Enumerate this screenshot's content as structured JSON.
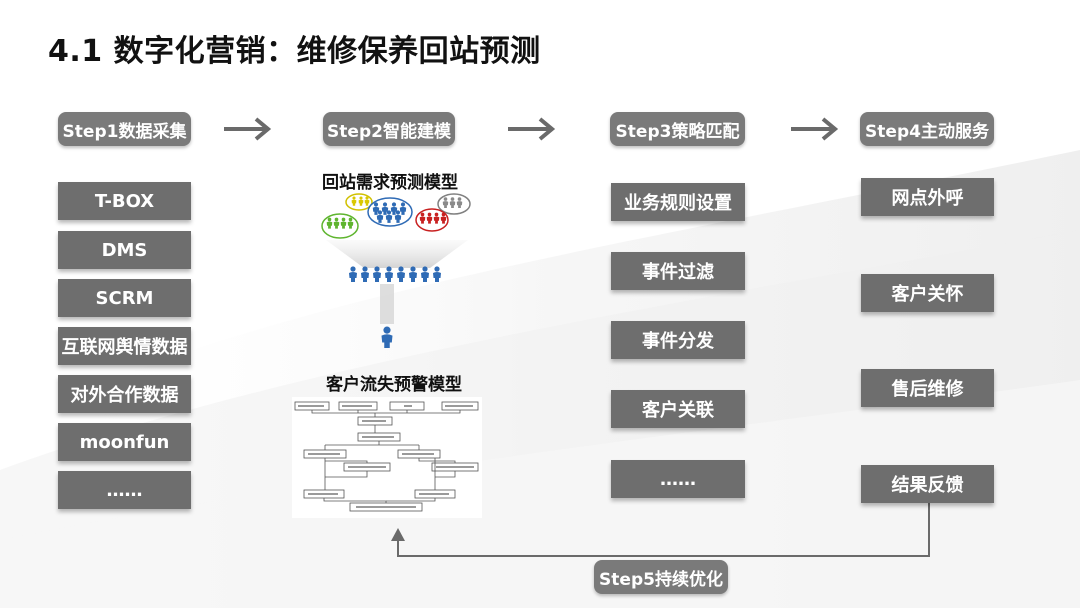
{
  "title": "4.1 数字化营销：维修保养回站预测",
  "steps": {
    "step1": "Step1数据采集",
    "step2": "Step2智能建模",
    "step3": "Step3策略匹配",
    "step4": "Step4主动服务",
    "step5": "Step5持续优化"
  },
  "col1": {
    "items": [
      "T-BOX",
      "DMS",
      "SCRM",
      "互联网舆情数据",
      "对外合作数据",
      "moonfun",
      "……"
    ]
  },
  "col2": {
    "model1_title": "回站需求预测模型",
    "model2_title": "客户流失预警模型"
  },
  "col3": {
    "items": [
      "业务规则设置",
      "事件过滤",
      "事件分发",
      "客户关联",
      "……"
    ]
  },
  "col4": {
    "items": [
      "网点外呼",
      "客户关怀",
      "售后维修",
      "结果反馈"
    ]
  },
  "colors": {
    "box_bg": "#6e6e6e",
    "step_bg": "#7a7a7a",
    "arrow": "#6a6a6a",
    "line": "#6a6a6a"
  }
}
